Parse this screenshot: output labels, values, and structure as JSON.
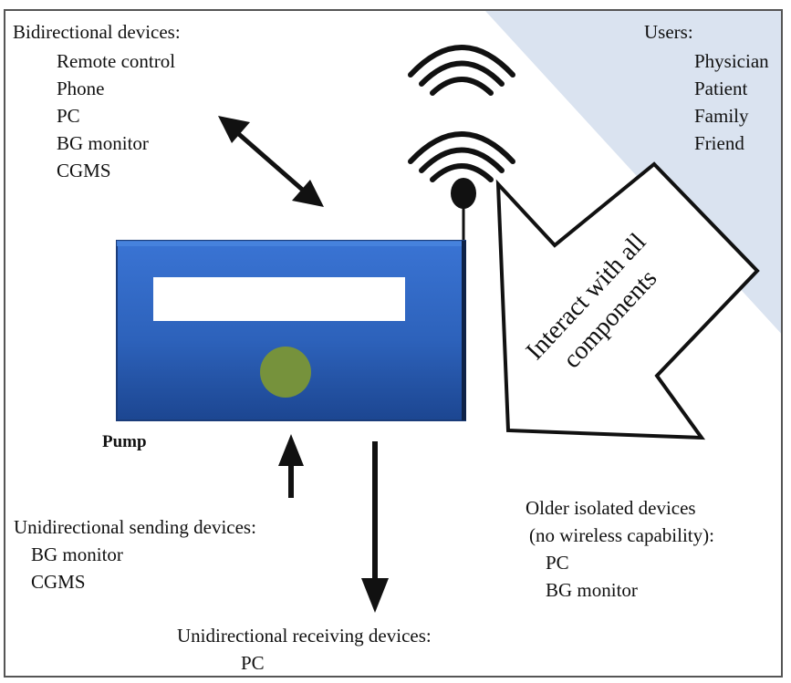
{
  "bidirectional": {
    "title": "Bidirectional devices:",
    "items": [
      "Remote control",
      "Phone",
      "PC",
      "BG monitor",
      "CGMS"
    ]
  },
  "users": {
    "title": "Users:",
    "items": [
      "Physician",
      "Patient",
      "Family",
      "Friend"
    ]
  },
  "pump": {
    "label": "Pump"
  },
  "interact_arrow": {
    "line1": "Interact with all",
    "line2": "components"
  },
  "unidirectional_sending": {
    "title": "Unidirectional sending devices:",
    "items": [
      "BG monitor",
      "CGMS"
    ]
  },
  "unidirectional_receiving": {
    "title": "Unidirectional receiving devices:",
    "items": [
      "PC"
    ]
  },
  "older_isolated": {
    "title": "Older isolated devices",
    "subtitle": "(no wireless capability):",
    "items": [
      "PC",
      "BG monitor"
    ]
  },
  "colors": {
    "users_region": "#dae3f0",
    "pump_body": "#2f64bd",
    "pump_button": "#76923c",
    "border": "#555555"
  }
}
